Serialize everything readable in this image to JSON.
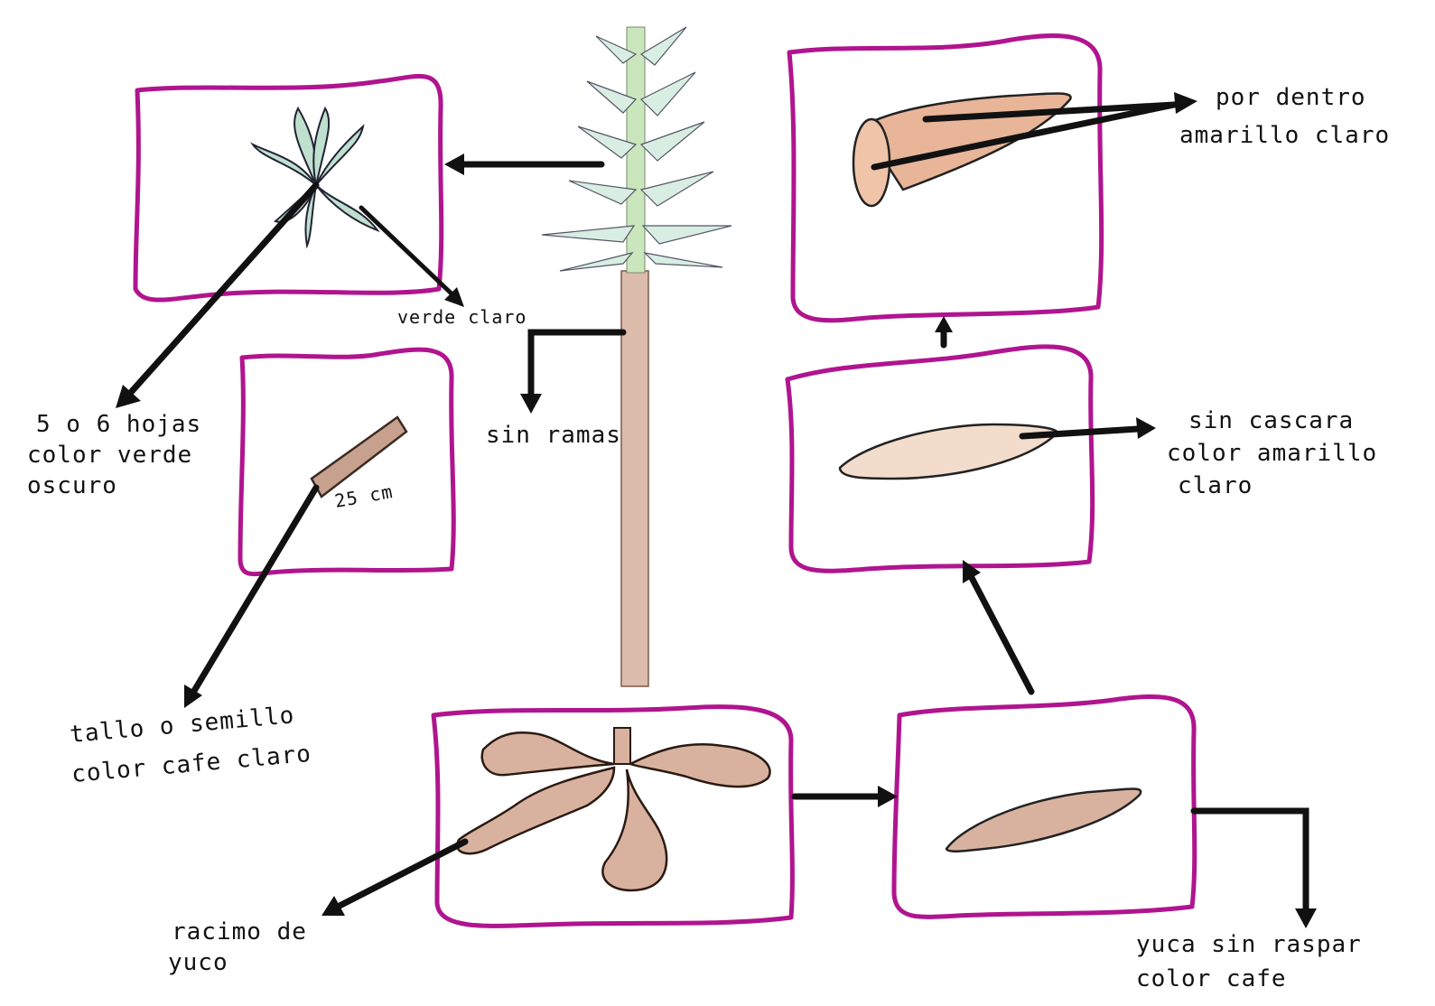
{
  "labels": {
    "leaves_count": [
      "5 o 6 hojas",
      "color verde",
      "oscuro"
    ],
    "leaf_color": "verde claro",
    "stem_length": "25 cm",
    "stem_seed": [
      "tallo o semillo",
      "color cafe claro"
    ],
    "no_branches": "sin ramas",
    "inside": [
      "por dentro",
      "amarillo claro"
    ],
    "peeled": [
      "sin cascara",
      "color amarillo",
      "claro"
    ],
    "root_cluster": [
      "racimo de",
      "yuco"
    ],
    "unpeeled": [
      "yuca sin raspar",
      "color cafe"
    ]
  },
  "colors": {
    "box_border": "#b0148e",
    "arrow": "#111111",
    "root_fill": "#d9b29f",
    "leaf_fill": "#bfe0cf",
    "stem_lower": "#dcbcaa",
    "stem_upper": "#c9e6bc",
    "peeled_fill": "#f2dccc",
    "inside_fill": "#e8b598"
  }
}
